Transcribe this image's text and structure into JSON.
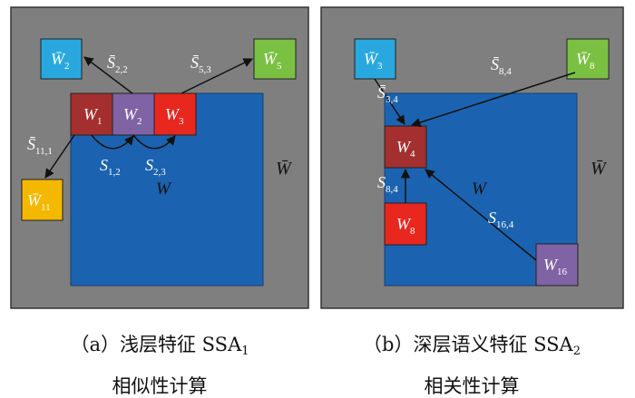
{
  "panel_a": {
    "outer_label": "W̄",
    "inner_label": "W",
    "boxes": {
      "w1": {
        "main": "W",
        "sub": "1",
        "color": "#a3302f"
      },
      "w2": {
        "main": "W",
        "sub": "2",
        "color": "#7f63a4"
      },
      "w3": {
        "main": "W",
        "sub": "3",
        "color": "#e8271f"
      },
      "w2bar": {
        "main": "W̄",
        "sub": "2",
        "color": "#29a8e0"
      },
      "w5bar": {
        "main": "W̄",
        "sub": "5",
        "color": "#7ac143"
      },
      "w11bar": {
        "main": "W̄",
        "sub": "11",
        "color": "#f5b800"
      }
    },
    "edges": {
      "s22": {
        "main": "S̄",
        "sub": "2,2"
      },
      "s53": {
        "main": "S̄",
        "sub": "5,3"
      },
      "s111": {
        "main": "S̄",
        "sub": "11,1"
      },
      "s12": {
        "main": "S",
        "sub": "1,2"
      },
      "s23": {
        "main": "S",
        "sub": "2,3"
      }
    },
    "caption_prefix": "（a）浅层特征 SSA",
    "caption_sub": "1",
    "caption_line2": "相似性计算"
  },
  "panel_b": {
    "outer_label": "W̄",
    "inner_label": "W",
    "boxes": {
      "w4": {
        "main": "W",
        "sub": "4",
        "color": "#a3302f"
      },
      "w8": {
        "main": "W",
        "sub": "8",
        "color": "#e8271f"
      },
      "w16": {
        "main": "W",
        "sub": "16",
        "color": "#7f63a4"
      },
      "w3bar": {
        "main": "W̄",
        "sub": "3",
        "color": "#29a8e0"
      },
      "w8bar": {
        "main": "W̄",
        "sub": "8",
        "color": "#7ac143"
      }
    },
    "edges": {
      "s34": {
        "main": "S̄",
        "sub": "3,4"
      },
      "s84bar": {
        "main": "S̄",
        "sub": "8,4"
      },
      "s84": {
        "main": "S",
        "sub": "8,4"
      },
      "s164": {
        "main": "S",
        "sub": "16,4"
      }
    },
    "caption_prefix": "（b）深层语义特征 SSA",
    "caption_sub": "2",
    "caption_line2": "相关性计算"
  },
  "colors": {
    "outer_gray": "#7f7f7f",
    "inner_blue": "#1b63b0"
  }
}
